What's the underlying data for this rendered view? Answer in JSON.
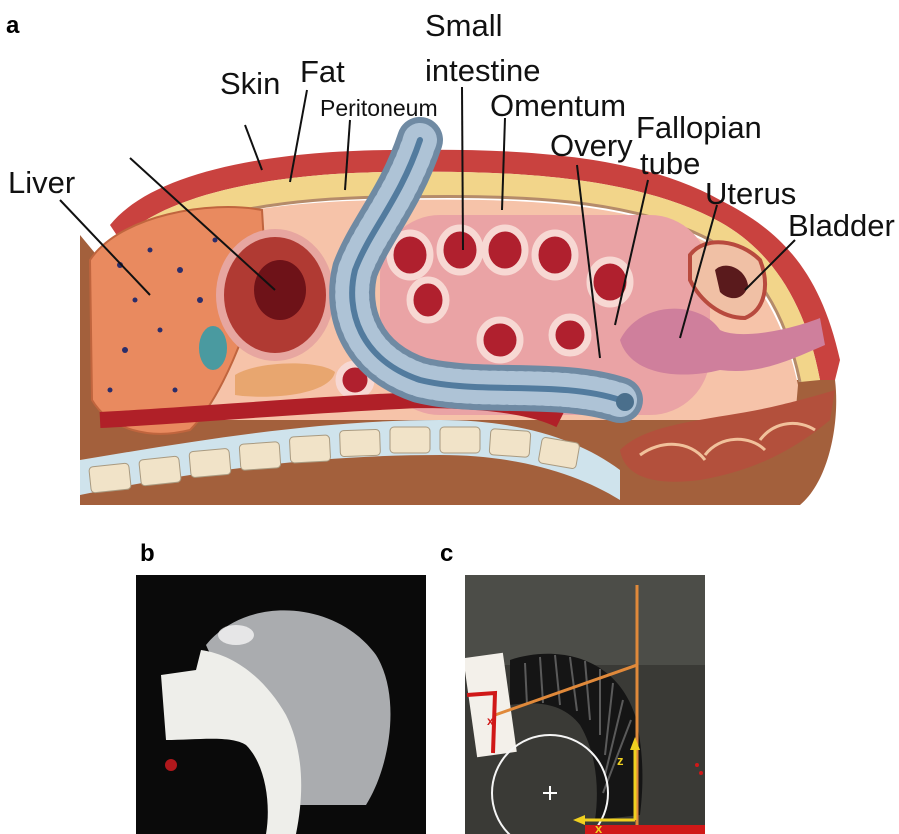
{
  "panels": {
    "a": "a",
    "b": "b",
    "c": "c"
  },
  "labels": {
    "skin": "Skin",
    "fat": "Fat",
    "peritoneum": "Peritoneum",
    "small_intestine_1": "Small",
    "small_intestine_2": "intestine",
    "omentum": "Omentum",
    "fallopian_1": "Fallopian",
    "fallopian_2": "tube",
    "overy": "Overy",
    "uterus": "Uterus",
    "bladder": "Bladder",
    "liver": "Liver"
  },
  "axes_c": {
    "z": "z",
    "x": "x",
    "x_small": "x"
  },
  "colors": {
    "skin": "#c9423f",
    "fat": "#f2d58a",
    "liver": "#e98a5f",
    "intestine": "#e59a9e",
    "endoscope": "#8ea7bf",
    "vertebra": "#f1e3c8",
    "photo_bg_b": "#0a0a0a",
    "photo_bg_c": "#3a3a36",
    "axis_orange": "#e0893a",
    "axis_yellow": "#f0d020",
    "marker_red": "#d01818"
  }
}
